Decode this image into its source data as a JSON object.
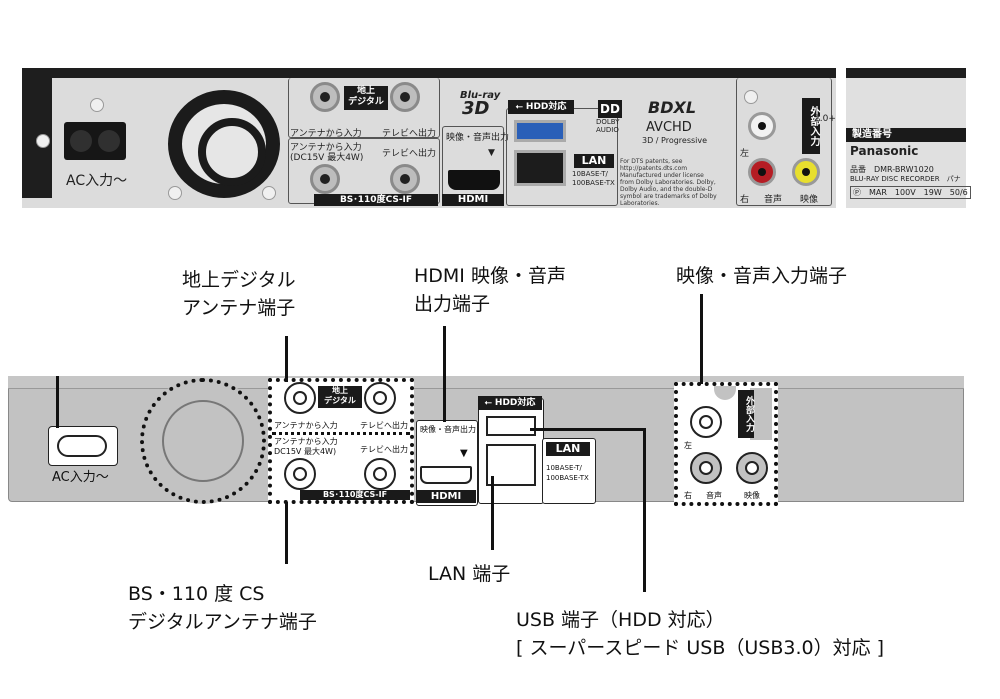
{
  "photo": {
    "ac_label": "AC入力〜",
    "terrestrial_tag": "地上\nデジタル",
    "antenna_in_1": "アンテナから入力",
    "tv_out_1": "テレビへ出力",
    "antenna_in_2": "アンテナから入力",
    "antenna_in_2_spec": "(DC15V 最大4W)",
    "tv_out_2": "テレビへ出力",
    "bs_cs_tag": "BS･110度CS-IF",
    "bluray_logo": "Blu-ray",
    "bluray_3d": "3D",
    "av_out_label": "映像・音声出力",
    "hdmi_tag": "HDMI",
    "usb_hdd_tag": "⭠ HDD対応",
    "lan_tag": "LAN",
    "lan_spec_1": "10BASE-T/",
    "lan_spec_2": "100BASE-TX",
    "dolby_1": "DOLBY",
    "dolby_2": "AUDIO",
    "bdxl_logo": "BDXL",
    "avchd_logo": "AVCHD",
    "avchd_sub": "3D / Progressive",
    "dts_notice": [
      "For DTS patents, see",
      "http://patents.dts.com",
      "Manufactured under license",
      "from Dolby Laboratories. Dolby,",
      "Dolby Audio, and the double-D",
      "symbol are trademarks of Dolby",
      "Laboratories."
    ],
    "ext_in_tag": "外部入力",
    "left_label": "左",
    "right_label": "右",
    "audio_label": "音声",
    "video_label": "映像",
    "version_label": "2.0+",
    "serial_tag": "製造番号",
    "brand": "Panasonic",
    "model_line": "品番　DMR-BRW1020",
    "product_line": "BLU-RAY DISC RECORDER　パナ",
    "rating_line": "Ⓟ　MAR　100V　19W　50/6"
  },
  "drawing": {
    "ac_label": "AC入力〜",
    "terrestrial_tag": "地上\nデジタル",
    "antenna_in_1": "アンテナから入力",
    "tv_out_1": "テレビへ出力",
    "antenna_in_2": "アンテナから入力",
    "antenna_in_2_spec": "DC15V 最大4W)",
    "tv_out_2": "テレビへ出力",
    "bs_cs_tag": "BS･110度CS-IF",
    "av_out_label": "映像・音声出力",
    "hdmi_tag": "HDMI",
    "usb_hdd_tag": "⭠ HDD対応",
    "lan_tag": "LAN",
    "lan_spec_1": "10BASE-T/",
    "lan_spec_2": "100BASE-TX",
    "ext_in_tag": "外部入力",
    "left_label": "左",
    "right_label": "右",
    "audio_label": "音声",
    "video_label": "映像"
  },
  "callouts": {
    "terrestrial": [
      "地上デジタル",
      "アンテナ端子"
    ],
    "hdmi": [
      "HDMI 映像・音声",
      "出力端子"
    ],
    "av_input": [
      "映像・音声入力端子"
    ],
    "bs_cs": [
      "BS・110 度 CS",
      "デジタルアンテナ端子"
    ],
    "lan": [
      "LAN 端子"
    ],
    "usb": [
      "USB 端子（HDD 対応）",
      "[ スーパースピード USB（USB3.0）対応 ]"
    ]
  }
}
